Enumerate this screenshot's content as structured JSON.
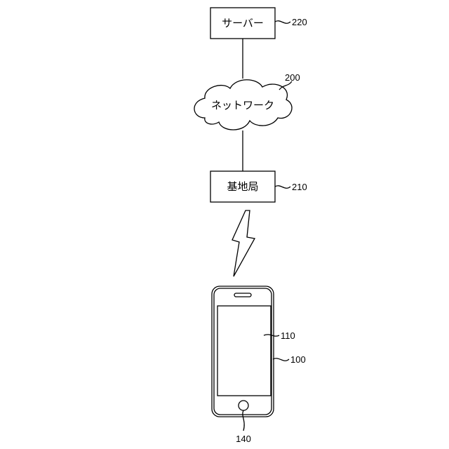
{
  "diagram": {
    "server": {
      "label": "サーバー",
      "ref": "220"
    },
    "network": {
      "label": "ネットワーク",
      "ref": "200"
    },
    "base_station": {
      "label": "基地局",
      "ref": "210"
    },
    "device": {
      "ref": "100",
      "screen_ref": "110",
      "home_button_ref": "140"
    }
  }
}
